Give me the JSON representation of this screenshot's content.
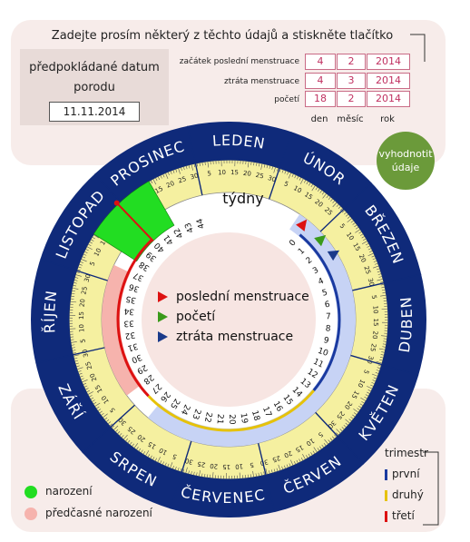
{
  "header": {
    "instruction": "Zadejte prosím některý z těchto údajů a stiskněte tlačítko"
  },
  "due_date": {
    "label_line1": "předpokládané datum",
    "label_line2": "porodu",
    "value": "11.11.2014"
  },
  "inputs": [
    {
      "label": "začátek poslední menstruace",
      "day": "4",
      "month": "2",
      "year": "2014"
    },
    {
      "label": "ztráta menstruace",
      "day": "4",
      "month": "3",
      "year": "2014"
    },
    {
      "label": "početí",
      "day": "18",
      "month": "2",
      "year": "2014"
    }
  ],
  "column_labels": {
    "day": "den",
    "month": "měsíc",
    "year": "rok"
  },
  "evaluate_button": {
    "line1": "vyhodnotit",
    "line2": "údaje"
  },
  "wheel": {
    "months": [
      "LEDEN",
      "ÚNOR",
      "BŘEZEN",
      "DUBEN",
      "KVĚTEN",
      "ČERVEN",
      "ČERVENEC",
      "SRPEN",
      "ZÁŘÍ",
      "ŘÍJEN",
      "LISTOPAD",
      "PROSINEC"
    ],
    "weeks_label": "týdny",
    "markers": [
      {
        "label": "poslední menstruace",
        "color": "#dd1111"
      },
      {
        "label": "početí",
        "color": "#3a9a1a"
      },
      {
        "label": "ztráta menstruace",
        "color": "#1a3a8a"
      }
    ]
  },
  "legend": {
    "birth": {
      "label": "narození",
      "color": "#22dd22"
    },
    "premature": {
      "label": "předčasné narození",
      "color": "#f6b3ad"
    },
    "trimester_title": "trimestr",
    "trimesters": [
      {
        "label": "první",
        "color": "#1a3aa0"
      },
      {
        "label": "druhý",
        "color": "#e6c20a"
      },
      {
        "label": "třetí",
        "color": "#dd1111"
      }
    ]
  },
  "colors": {
    "navy": "#0f2a7a",
    "yellow": "#f5f0a0",
    "panel": "#f7ecea",
    "button": "#6b9a3a"
  }
}
